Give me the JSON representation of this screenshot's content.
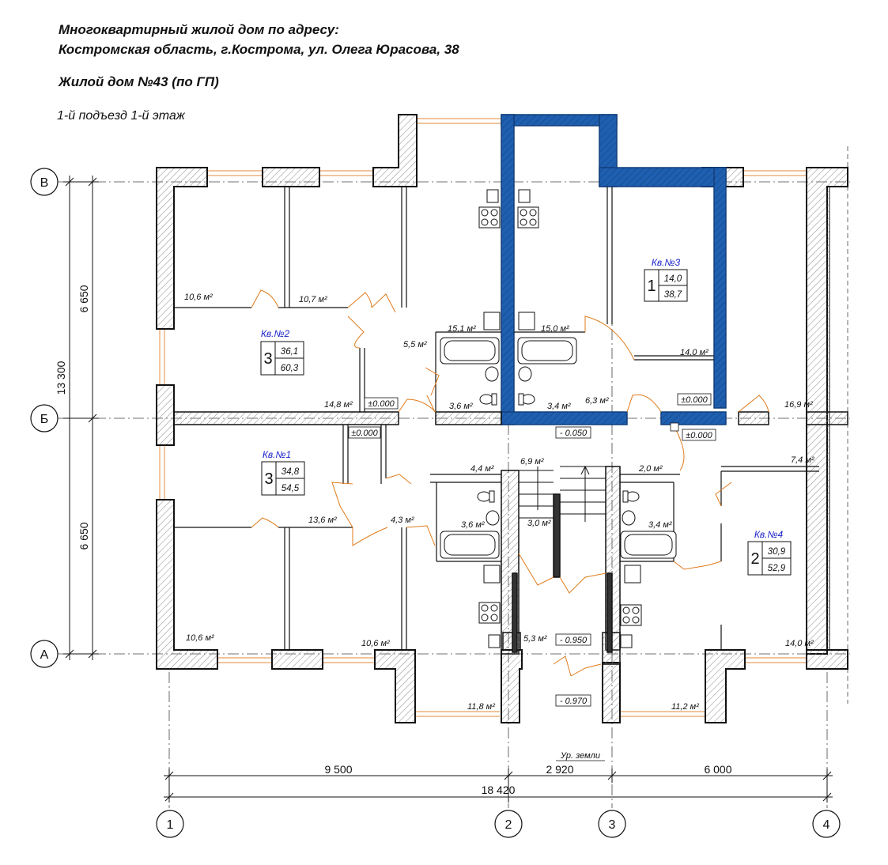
{
  "header": {
    "line1": "Многоквартирный жилой дом по адресу:",
    "line2": "Костромская область, г.Кострома, ул. Олега Юрасова, 38",
    "line3": "Жилой дом №43 (по ГП)",
    "line4": "1-й подъезд 1-й этаж"
  },
  "axes": {
    "rows": [
      "В",
      "Б",
      "А"
    ],
    "cols": [
      "1",
      "2",
      "3",
      "4"
    ]
  },
  "dimensions": {
    "vertical_total": "13 300",
    "vertical_upper": "6 650",
    "vertical_lower": "6 650",
    "horizontal_1": "9 500",
    "horizontal_2": "2 920",
    "horizontal_3": "6 000",
    "horizontal_total": "18 420"
  },
  "levels": {
    "l1": "±0.000",
    "l2": "±0.000",
    "l3": "±0.000",
    "l4": "±0.000",
    "l5": "- 0.050",
    "l6": "- 0.950",
    "l7": "- 0.970",
    "ground": "Ур. земли"
  },
  "apartments": [
    {
      "name": "Кв.№2",
      "rooms": "3",
      "living": "36,1",
      "total": "60,3"
    },
    {
      "name": "Кв.№3",
      "rooms": "1",
      "living": "14,0",
      "total": "38,7"
    },
    {
      "name": "Кв.№1",
      "rooms": "3",
      "living": "34,8",
      "total": "54,5"
    },
    {
      "name": "Кв.№4",
      "rooms": "2",
      "living": "30,9",
      "total": "52,9"
    }
  ],
  "areas": {
    "a1": "10,6 м²",
    "a2": "10,7 м²",
    "a3": "5,5 м²",
    "a4": "15,1 м²",
    "a5": "15,0 м²",
    "a6": "14,0 м²",
    "a7": "14,8 м²",
    "a8": "3,6 м²",
    "a9": "3,4 м²",
    "a10": "6,3 м²",
    "a11": "16,9 м²",
    "a12": "4,4 м²",
    "a13": "6,9 м²",
    "a14": "2,0 м²",
    "a15": "7,4 м²",
    "a16": "13,6 м²",
    "a17": "4,3 м²",
    "a18": "3,6 м²",
    "a19": "3,0 м²",
    "a20": "3,4 м²",
    "a21": "10,6 м²",
    "a22": "10,6 м²",
    "a23": "5,3 м²",
    "a24": "14,0 м²",
    "a25": "11,8 м²",
    "a26": "11,2 м²"
  },
  "colors": {
    "wall": "#111111",
    "hatch": "#8a8a8a",
    "highlight": "#1f5fb0",
    "door": "#e07a1a",
    "window": "#e8a060",
    "apt_label": "#1a22c8"
  }
}
